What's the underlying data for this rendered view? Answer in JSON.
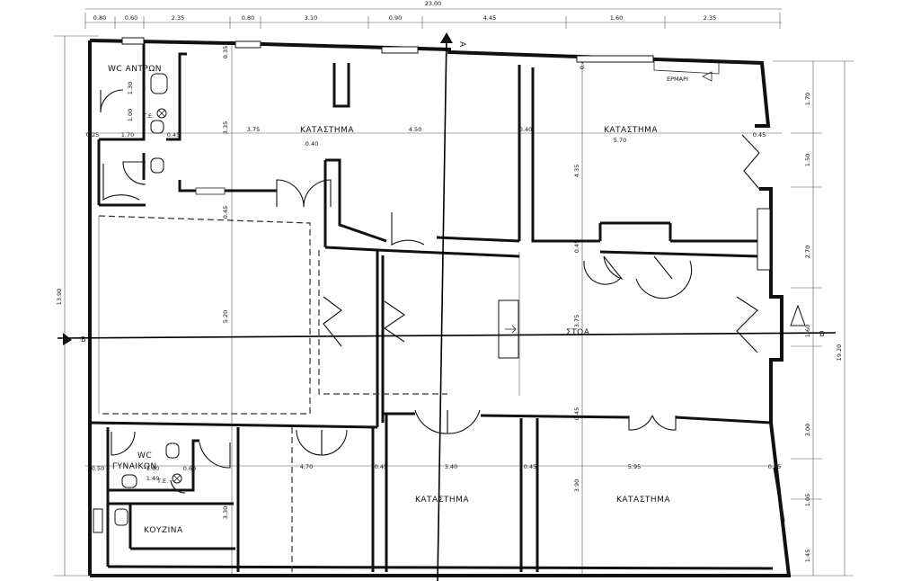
{
  "rooms": {
    "shop_nw": "ΚΑΤΑΣΤΗΜΑ",
    "shop_ne": "ΚΑΤΑΣΤΗΜΑ",
    "shop_sc": "ΚΑΤΑΣΤΗΜΑ",
    "shop_se": "ΚΑΤΑΣΤΗΜΑ",
    "stoa": "ΣΤΟΑ",
    "wc_men": "WC ΑΝΤΡΩΝ",
    "wc_women_1": "WC",
    "wc_women_2": "ΓΥΝΑΙΚΩΝ",
    "kitchen": "ΚΟΥΖΙΝΑ",
    "te_1": "Τ.Ε.",
    "te_2": "Τ.Ε.",
    "ermari": "ΕΡΜΑΡΙ"
  },
  "section_marks": {
    "a_top": "A",
    "b_left": "B",
    "b_right": "B"
  },
  "dims_top_total": "23.00",
  "dims_top": [
    "0.80",
    "0.60",
    "2.35",
    "0.80",
    "3.10",
    "0.90",
    "4.45",
    "1.60",
    "2.35"
  ],
  "dims_row1": [
    "0.25",
    "1.70",
    "0.45",
    "3.75",
    "4.50",
    "0.40",
    "5.70",
    "0.45"
  ],
  "dims_row2": [
    "0.50",
    "1.60",
    "0.60",
    "4.70",
    "0.45",
    "3.40",
    "0.45",
    "5.95",
    "0.45"
  ],
  "dims_vertical_left": "13.90",
  "dims_vertical_right_total": "19.20",
  "dims_vertical_right": [
    "1.70",
    "1.50",
    "2.70",
    "1.60",
    "3.00",
    "1.05",
    "1.45"
  ],
  "dims_inner": {
    "d1": "0.35",
    "d2": "3.35",
    "d3": "1.30",
    "d4": "1.00",
    "d5": "0.45",
    "d6": "5.20",
    "d7": "0.40",
    "d8": "4.35",
    "d9": "0.45",
    "d10": "3.75",
    "d11": "0.45",
    "d12": "3.90",
    "d13": "3.30",
    "d14": "0.40",
    "d15": "1.40"
  }
}
